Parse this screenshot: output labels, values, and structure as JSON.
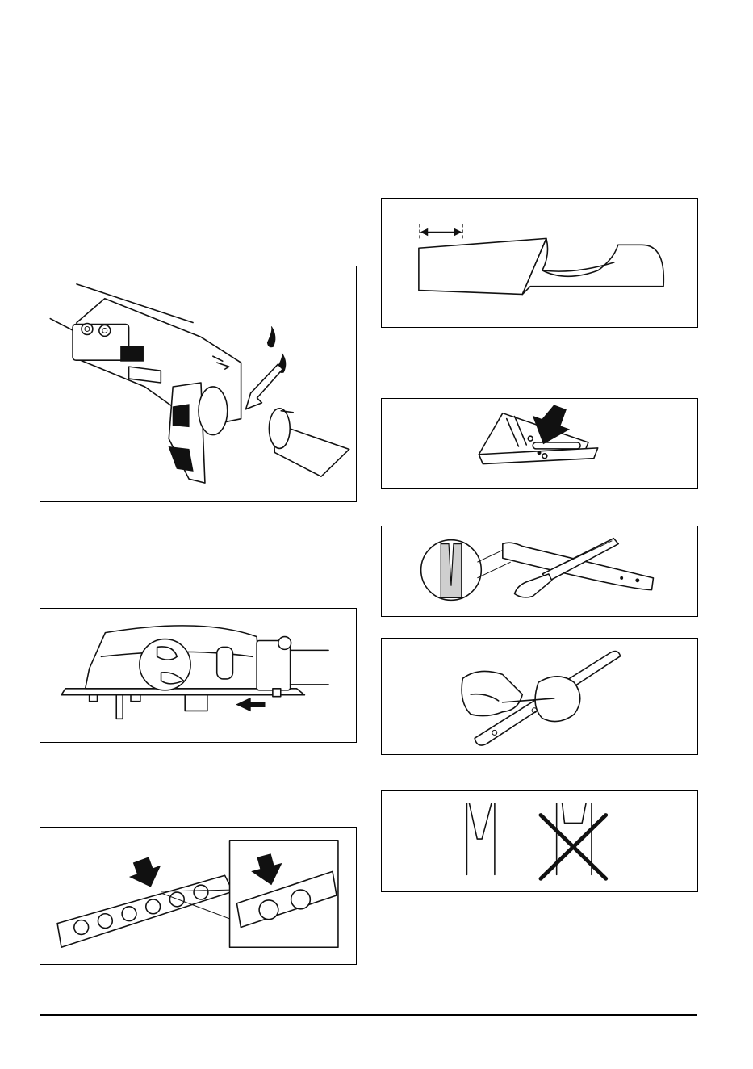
{
  "page": {
    "figures": [
      {
        "id": "pole-coupling",
        "icon": "pole-coupling-lubrication-illustration"
      },
      {
        "id": "gear-head",
        "icon": "gear-head-side-view-illustration"
      },
      {
        "id": "chain-drive-link",
        "icon": "chain-drive-link-detail-illustration"
      },
      {
        "id": "cutter-depth",
        "icon": "cutter-depth-gauge-illustration"
      },
      {
        "id": "bar-lube-hole",
        "icon": "guide-bar-lubrication-hole-illustration"
      },
      {
        "id": "bar-file",
        "icon": "guide-bar-file-illustration"
      },
      {
        "id": "bar-dressing",
        "icon": "guide-bar-dressing-illustration"
      },
      {
        "id": "groove-correct-wrong",
        "icon": "bar-groove-correct-incorrect-illustration"
      }
    ]
  }
}
